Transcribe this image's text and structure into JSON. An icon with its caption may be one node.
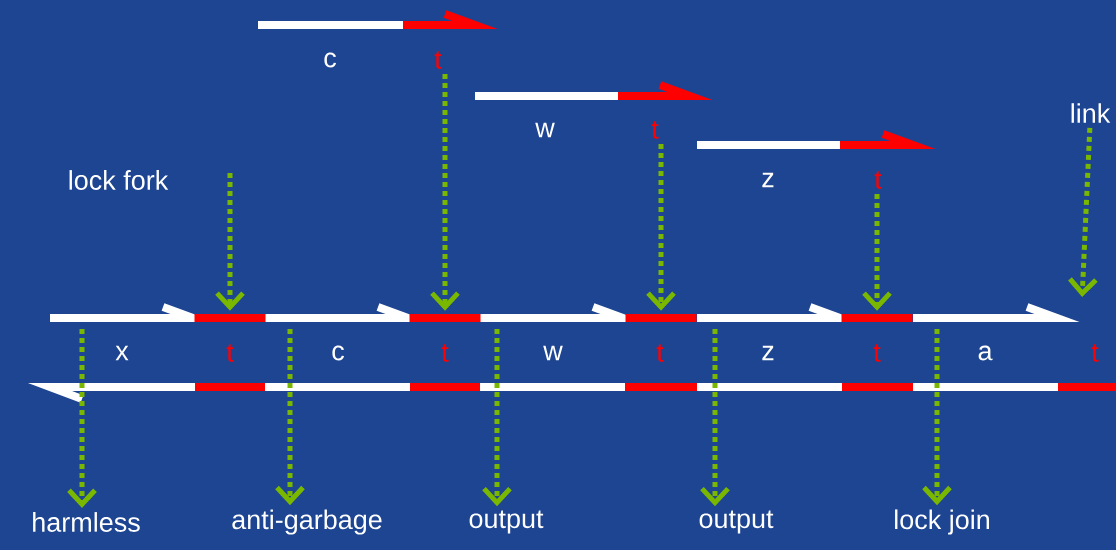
{
  "diagram": {
    "nodes": [
      {
        "text": [
          "lock fork"
        ]
      },
      {
        "text": [
          "t"
        ]
      },
      {
        "text": [
          "t"
        ]
      },
      {
        "text": [
          "t"
        ]
      },
      {
        "text": [
          "link"
        ]
      },
      {
        "text": [],
        "shape": "bar"
      },
      {
        "text": [],
        "shape": "bar"
      },
      {
        "text": [],
        "shape": "bar"
      },
      {
        "text": [],
        "shape": "bar"
      },
      {
        "text": [
          "harmless"
        ]
      },
      {
        "text": [
          "anti-garbage"
        ]
      },
      {
        "text": [
          "output"
        ]
      },
      {
        "text": [
          "output"
        ]
      },
      {
        "text": [
          "lock join"
        ]
      }
    ],
    "edges": [
      {
        "from": 0,
        "to": 5,
        "arrow": "to"
      },
      {
        "from": 1,
        "to": 6,
        "arrow": "to"
      },
      {
        "from": 2,
        "to": 7,
        "arrow": "to"
      },
      {
        "from": 3,
        "to": 8,
        "arrow": "to"
      },
      {
        "from": 4,
        "to": null,
        "arrow": "to"
      },
      {
        "from": null,
        "to": 9,
        "arrow": "to"
      },
      {
        "from": null,
        "to": 10,
        "arrow": "to"
      },
      {
        "from": null,
        "to": 11,
        "arrow": "to"
      },
      {
        "from": null,
        "to": 12,
        "arrow": "to"
      },
      {
        "from": null,
        "to": 13,
        "arrow": "to"
      }
    ],
    "labels": [
      "c",
      "w",
      "z",
      "x",
      "t",
      "c",
      "t",
      "w",
      "t",
      "z",
      "t",
      "a",
      "t"
    ]
  }
}
